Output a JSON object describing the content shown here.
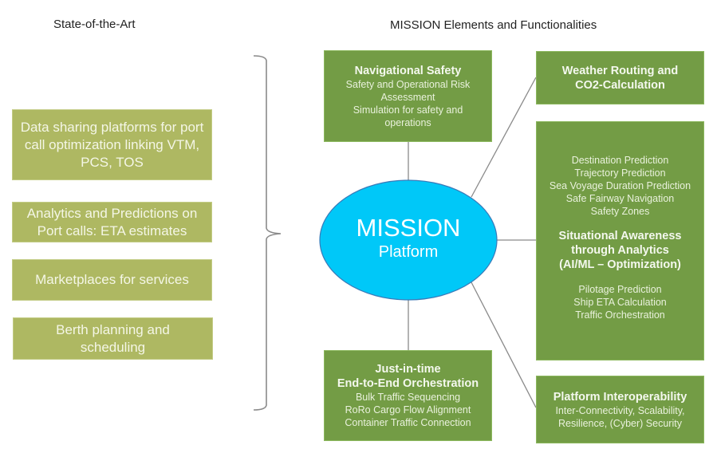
{
  "headings": {
    "state_of_the_art": "State-of-the-Art",
    "mission_elements": "MISSION Elements and Functionalities"
  },
  "state_of_the_art_items": [
    "Data sharing platforms for port call optimization linking VTM, PCS, TOS",
    "Analytics and Predictions on Port calls: ETA estimates",
    "Marketplaces for services",
    "Berth planning and scheduling"
  ],
  "center": {
    "title": "MISSION",
    "subtitle": "Platform",
    "color": "#00c8f8"
  },
  "elements": {
    "navigational_safety": {
      "title": "Navigational Safety",
      "lines": [
        "Safety and Operational Risk",
        "Assessment",
        "Simulation for safety and",
        "operations"
      ]
    },
    "weather_routing": {
      "title_lines": [
        "Weather Routing and",
        "CO2-Calculation"
      ]
    },
    "situational_awareness": {
      "top_lines": [
        "Destination Prediction",
        "Trajectory Prediction",
        "Sea Voyage Duration Prediction",
        "Safe Fairway Navigation",
        "Safety Zones"
      ],
      "title_lines": [
        "Situational Awareness",
        "through Analytics",
        "(AI/ML – Optimization)"
      ],
      "bottom_lines": [
        "Pilotage Prediction",
        "Ship ETA Calculation",
        "Traffic Orchestration"
      ]
    },
    "just_in_time": {
      "title_lines": [
        "Just-in-time",
        "End-to-End Orchestration"
      ],
      "lines": [
        "Bulk Traffic Sequencing",
        "RoRo Cargo Flow Alignment",
        "Container Traffic Connection"
      ]
    },
    "platform_interoperability": {
      "title": "Platform Interoperability",
      "lines": [
        "Inter-Connectivity, Scalability,",
        "Resilience, (Cyber) Security"
      ]
    }
  },
  "colors": {
    "state_of_the_art_box": "#aeb862",
    "mission_box": "#739c45",
    "connector": "#8a8a8a"
  }
}
